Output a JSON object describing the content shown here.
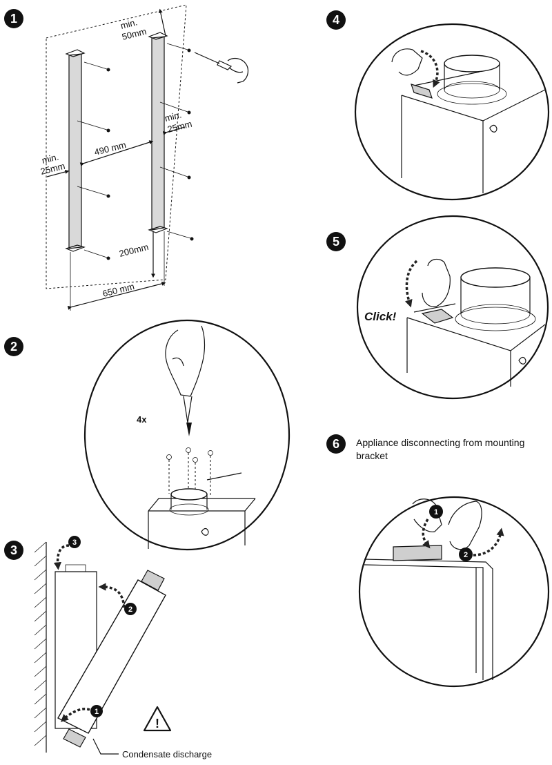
{
  "steps": [
    {
      "number": "1"
    },
    {
      "number": "2"
    },
    {
      "number": "3"
    },
    {
      "number": "4"
    },
    {
      "number": "5"
    },
    {
      "number": "6"
    }
  ],
  "step1": {
    "min_top_label": "min.",
    "min_top_value": "50mm",
    "min_right_label": "min.",
    "min_right_value": "25mm",
    "min_left_label": "min.",
    "min_left_value": "25mm",
    "rail_spacing": "490 mm",
    "overall_width": "650 mm",
    "bottom_offset": "200mm"
  },
  "step2": {
    "screw_count": "4x"
  },
  "step3": {
    "sub_steps": [
      "1",
      "2",
      "3"
    ],
    "condensate_label": "Condensate discharge",
    "warning_mark": "!"
  },
  "step5": {
    "click_label": "Click!"
  },
  "step6": {
    "caption": "Appliance disconnecting from mounting bracket",
    "sub_steps": [
      "1",
      "2"
    ]
  }
}
